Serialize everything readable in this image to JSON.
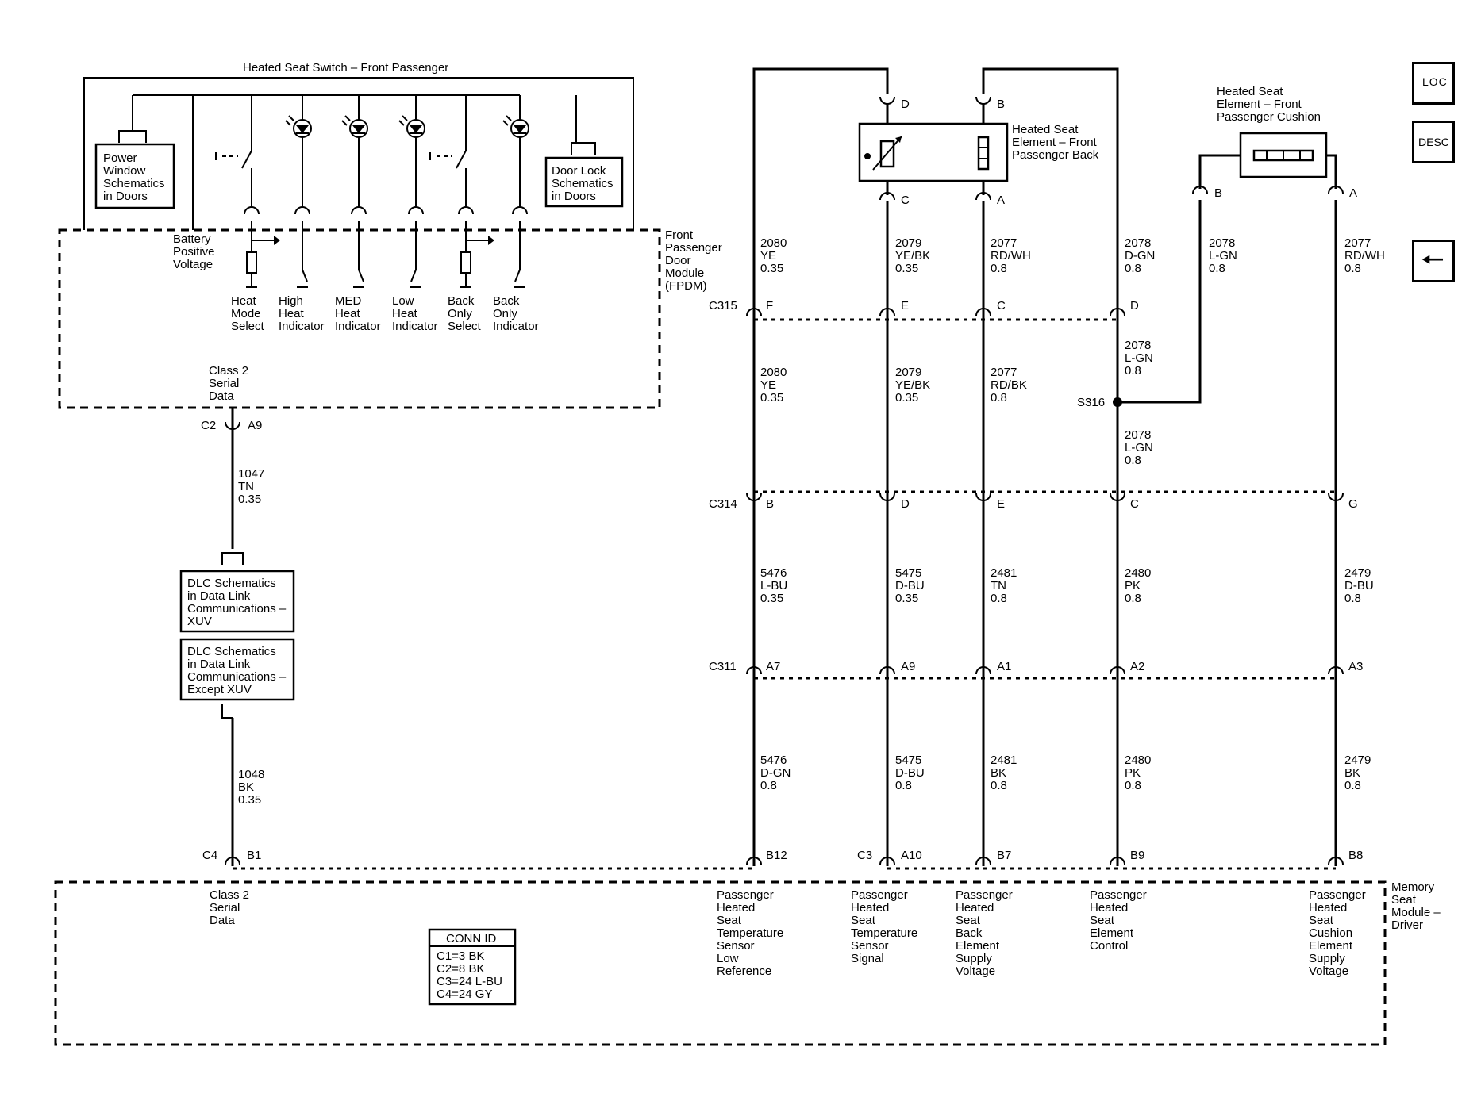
{
  "switch": {
    "title": "Heated Seat Switch – Front Passenger"
  },
  "refs": {
    "power_window": [
      "Power",
      "Window",
      "Schematics",
      "in Doors"
    ],
    "door_lock": [
      "Door Lock",
      "Schematics",
      "in Doors"
    ],
    "dlc1": [
      "DLC Schematics",
      "in Data Link",
      "Communications –",
      "XUV"
    ],
    "dlc2": [
      "DLC Schematics",
      "in Data Link",
      "Communications –",
      "Except XUV"
    ]
  },
  "fpdm": {
    "name": [
      "Front",
      "Passenger",
      "Door",
      "Module",
      "(FPDM)"
    ],
    "battery": [
      "Battery",
      "Positive",
      "Voltage"
    ],
    "class2": [
      "Class 2",
      "Serial",
      "Data"
    ],
    "switches": [
      {
        "lines": [
          "Heat",
          "Mode",
          "Select"
        ]
      },
      {
        "lines": [
          "High",
          "Heat",
          "Indicator"
        ]
      },
      {
        "lines": [
          "MED",
          "Heat",
          "Indicator"
        ]
      },
      {
        "lines": [
          "Low",
          "Heat",
          "Indicator"
        ]
      },
      {
        "lines": [
          "Back",
          "Only",
          "Select"
        ]
      },
      {
        "lines": [
          "Back",
          "Only",
          "Indicator"
        ]
      }
    ]
  },
  "left_wires": {
    "c2": "C2",
    "a9": "A9",
    "w1047": [
      "1047",
      "TN",
      "0.35"
    ],
    "w1048": [
      "1048",
      "BK",
      "0.35"
    ]
  },
  "back_element": {
    "title": [
      "Heated Seat",
      "Element – Front",
      "Passenger Back"
    ],
    "pins": [
      "D",
      "B",
      "C",
      "A"
    ]
  },
  "cushion_element": {
    "title": [
      "Heated Seat",
      "Element – Front",
      "Passenger Cushion"
    ],
    "pins": [
      "B",
      "A"
    ]
  },
  "connectors": {
    "c315": {
      "name": "C315",
      "pins": [
        "F",
        "E",
        "C",
        "D"
      ]
    },
    "c314": {
      "name": "C314",
      "pins": [
        "B",
        "D",
        "E",
        "C",
        "G"
      ]
    },
    "c311": {
      "name": "C311",
      "pins": [
        "A7",
        "A9",
        "A1",
        "A2",
        "A3"
      ]
    },
    "c4": "C4",
    "b1": "B1",
    "c3": "C3",
    "bottom_pins": [
      "B12",
      "A10",
      "B7",
      "B9",
      "B8"
    ]
  },
  "splice": "S316",
  "wires": {
    "top": [
      [
        "2080",
        "YE",
        "0.35"
      ],
      [
        "2079",
        "YE/BK",
        "0.35"
      ],
      [
        "2077",
        "RD/WH",
        "0.8"
      ],
      [
        "2078",
        "D-GN",
        "0.8"
      ],
      [
        "2078",
        "L-GN",
        "0.8"
      ],
      [
        "2077",
        "RD/WH",
        "0.8"
      ]
    ],
    "mid": [
      [
        "2080",
        "YE",
        "0.35"
      ],
      [
        "2079",
        "YE/BK",
        "0.35"
      ],
      [
        "2077",
        "RD/BK",
        "0.8"
      ],
      [
        "2078",
        "L-GN",
        "0.8"
      ],
      [
        "2078",
        "L-GN",
        "0.8"
      ]
    ],
    "c314_c311": [
      [
        "5476",
        "L-BU",
        "0.35"
      ],
      [
        "5475",
        "D-BU",
        "0.35"
      ],
      [
        "2481",
        "TN",
        "0.8"
      ],
      [
        "2480",
        "PK",
        "0.8"
      ],
      [
        "2479",
        "D-BU",
        "0.8"
      ]
    ],
    "c311_bottom": [
      [
        "5476",
        "D-GN",
        "0.8"
      ],
      [
        "5475",
        "D-BU",
        "0.8"
      ],
      [
        "2481",
        "BK",
        "0.8"
      ],
      [
        "2480",
        "PK",
        "0.8"
      ],
      [
        "2479",
        "BK",
        "0.8"
      ]
    ]
  },
  "memory_module": {
    "name": [
      "Memory",
      "Seat",
      "Module –",
      "Driver"
    ],
    "class2": [
      "Class 2",
      "Serial",
      "Data"
    ],
    "signals": [
      [
        "Passenger",
        "Heated",
        "Seat",
        "Temperature",
        "Sensor",
        "Low",
        "Reference"
      ],
      [
        "Passenger",
        "Heated",
        "Seat",
        "Temperature",
        "Sensor",
        "Signal"
      ],
      [
        "Passenger",
        "Heated",
        "Seat",
        "Back",
        "Element",
        "Supply",
        "Voltage"
      ],
      [
        "Passenger",
        "Heated",
        "Seat",
        "Element",
        "Control"
      ],
      [
        "Passenger",
        "Heated",
        "Seat",
        "Cushion",
        "Element",
        "Supply",
        "Voltage"
      ]
    ]
  },
  "conn_id": {
    "title": "CONN ID",
    "items": [
      "C1=3 BK",
      "C2=8 BK",
      "C3=24 L-BU",
      "C4=24 GY"
    ]
  },
  "nav": {
    "loc": "LOC",
    "desc": "DESC",
    "back_arrow": "left-arrow-icon"
  }
}
